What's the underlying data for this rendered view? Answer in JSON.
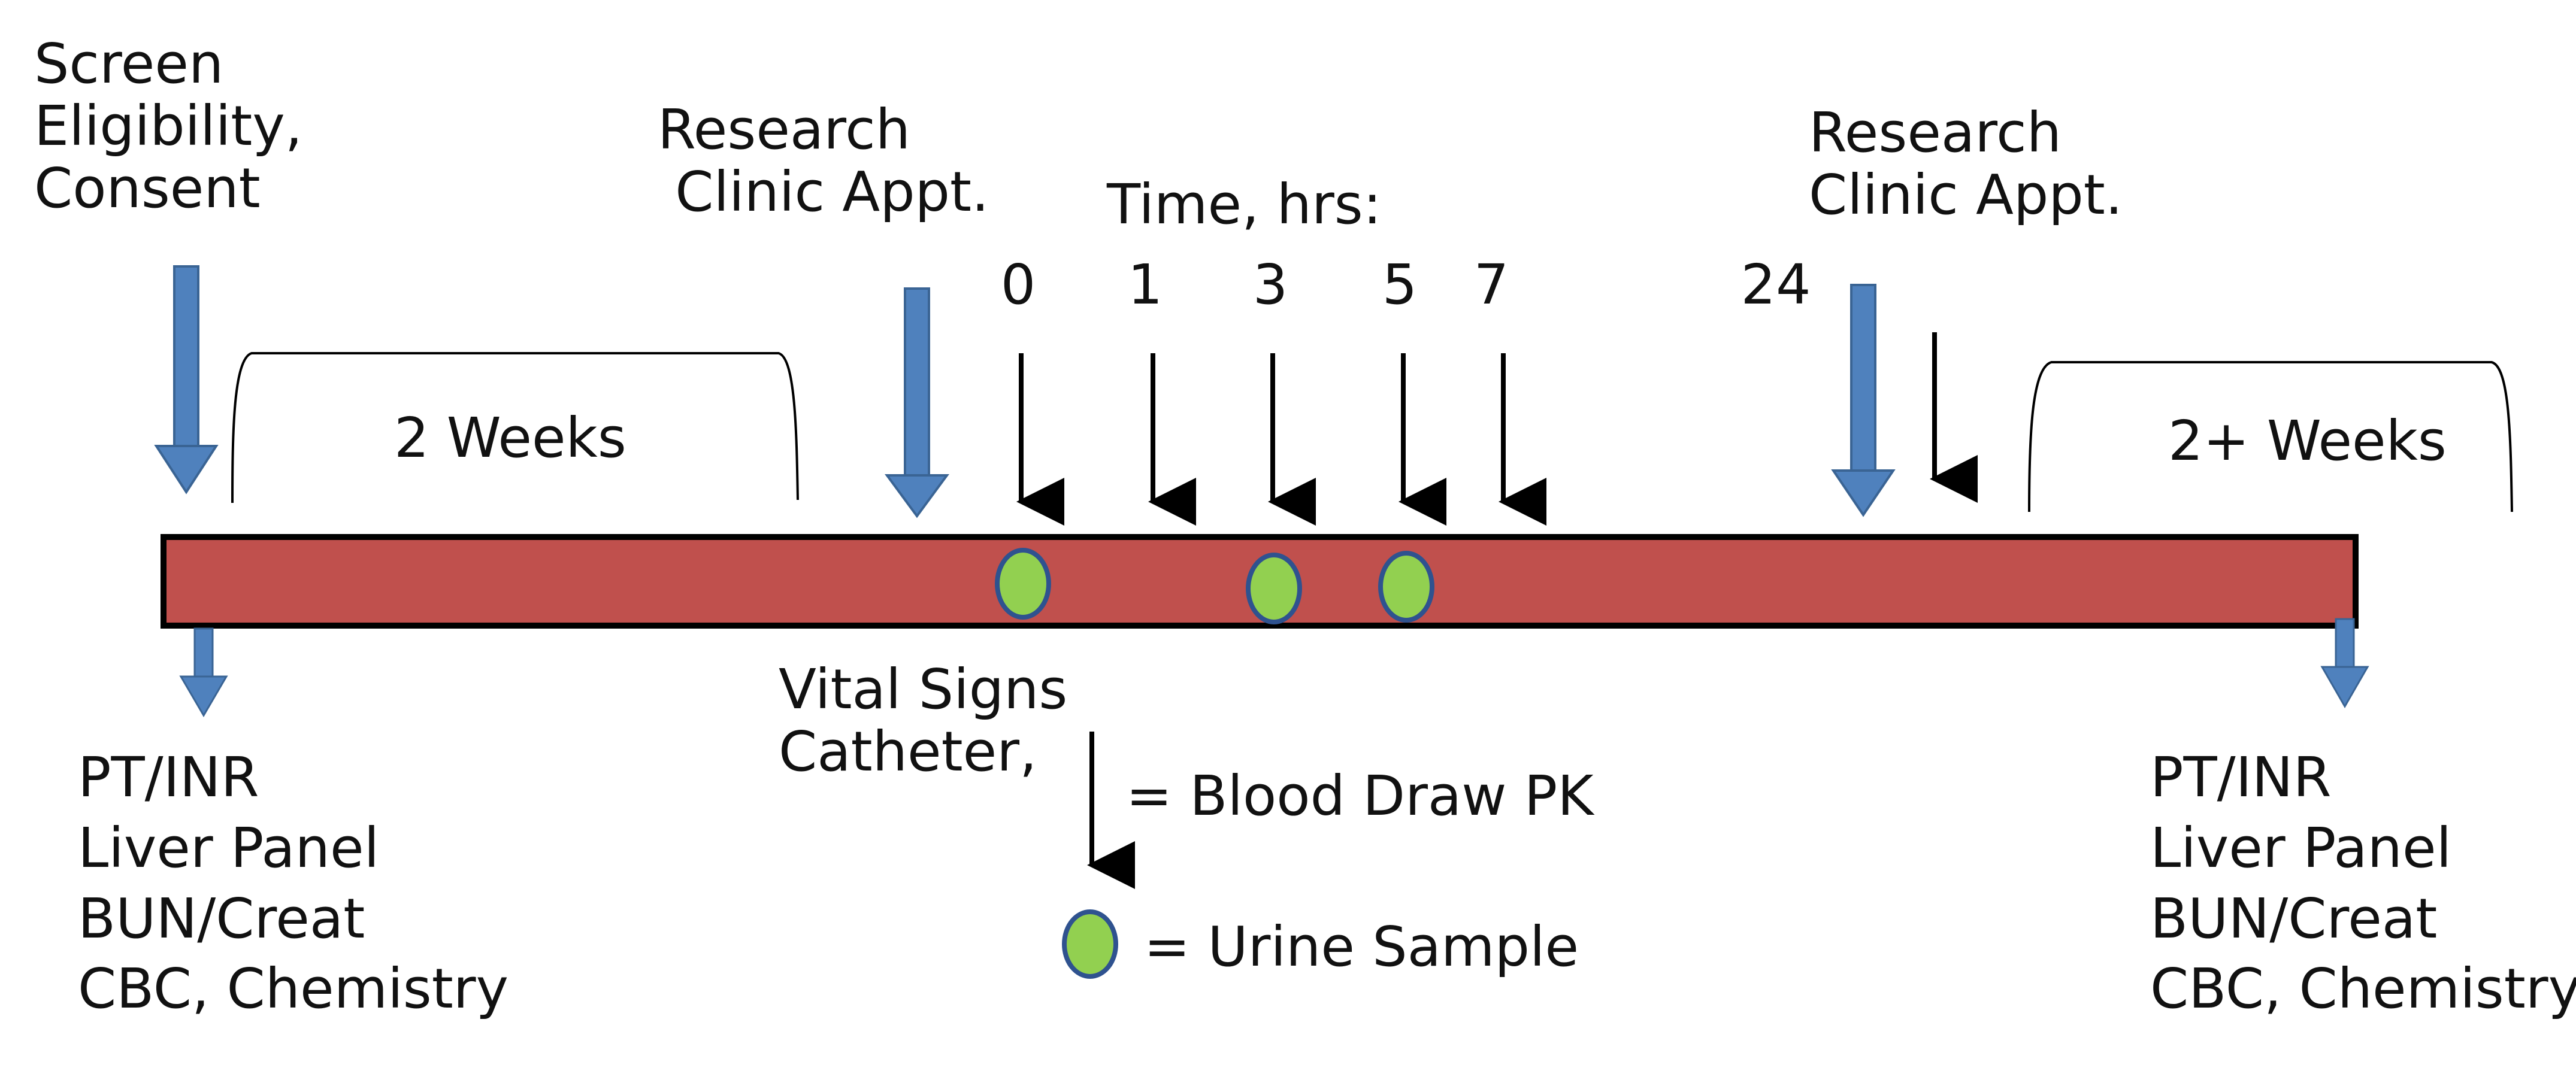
{
  "screen_label": "Screen\nEligibility,\nConsent",
  "research_appt_1": "Research\n Clinic Appt.",
  "time_label": "Time, hrs:",
  "time_ticks": [
    "0",
    "1",
    "3",
    "5",
    "7",
    "24"
  ],
  "research_appt_2": "Research\nClinic Appt.",
  "period_1": "2 Weeks",
  "period_2": "2+ Weeks",
  "vitals_label": "Vital Signs\nCatheter,",
  "legend": {
    "blood_draw": "= Blood Draw PK",
    "urine": "= Urine Sample"
  },
  "labs_left": "PT/INR\nLiver Panel\nBUN/Creat\nCBC, Chemistry",
  "labs_right": "PT/INR\nLiver Panel\nBUN/Creat\nCBC, Chemistry",
  "colors": {
    "timeline_bar": "#C0504D",
    "big_arrow": "#4F81BD",
    "big_arrow_edge": "#3A6494",
    "urine_fill": "#92D050",
    "urine_edge": "#2F528F"
  }
}
